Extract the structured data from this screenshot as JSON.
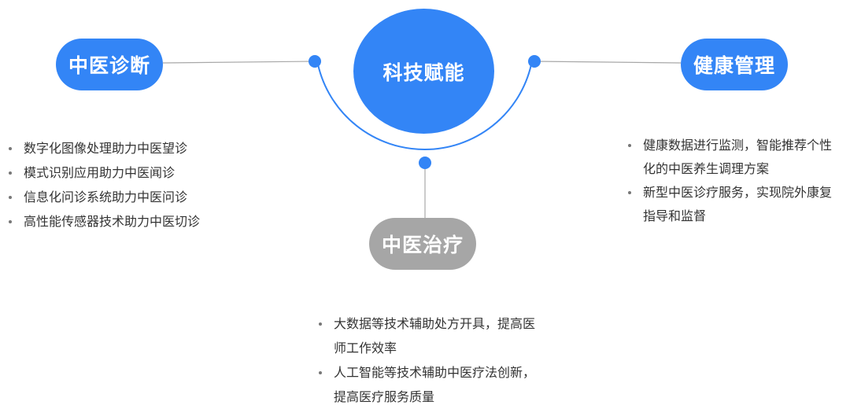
{
  "colors": {
    "primary_blue": "#3385f6",
    "treatment_gray": "#a6a6a6",
    "connector_line": "#a8a8a8",
    "text": "#333333"
  },
  "center": {
    "label": "科技赋能"
  },
  "nodes": {
    "diagnosis": {
      "label": "中医诊断"
    },
    "health": {
      "label": "健康管理"
    },
    "treatment": {
      "label": "中医治疗"
    }
  },
  "lists": {
    "diagnosis": [
      "数字化图像处理助力中医望诊",
      "模式识别应用助力中医闻诊",
      "信息化问诊系统助力中医问诊",
      "高性能传感器技术助力中医切诊"
    ],
    "health": [
      "健康数据进行监测，智能推荐个性化的中医养生调理方案",
      "新型中医诊疗服务，实现院外康复指导和监督"
    ],
    "treatment": [
      "大数据等技术辅助处方开具，提高医师工作效率",
      "人工智能等技术辅助中医疗法创新，提高医疗服务质量"
    ]
  }
}
